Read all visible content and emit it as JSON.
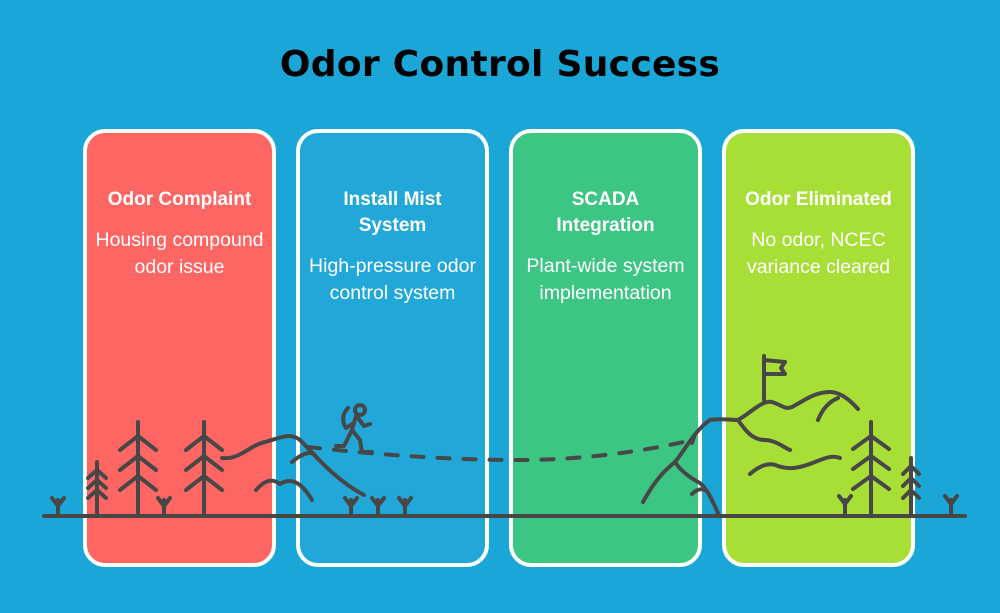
{
  "title": "Odor Control Success",
  "steps": [
    {
      "title": "Odor Complaint",
      "description": "Housing compound odor issue",
      "color": "#fe6663"
    },
    {
      "title": "Install Mist System",
      "description": "High-pressure odor control system",
      "color": "#21a8d8"
    },
    {
      "title": "SCADA Integration",
      "description": "Plant-wide system implementation",
      "color": "#3dc584"
    },
    {
      "title": "Odor Eliminated",
      "description": "No odor, NCEC variance cleared",
      "color": "#a8df37"
    }
  ],
  "colors": {
    "background": "#1aa6d6",
    "line_art": "#474747",
    "card_border": "#ffffff"
  }
}
